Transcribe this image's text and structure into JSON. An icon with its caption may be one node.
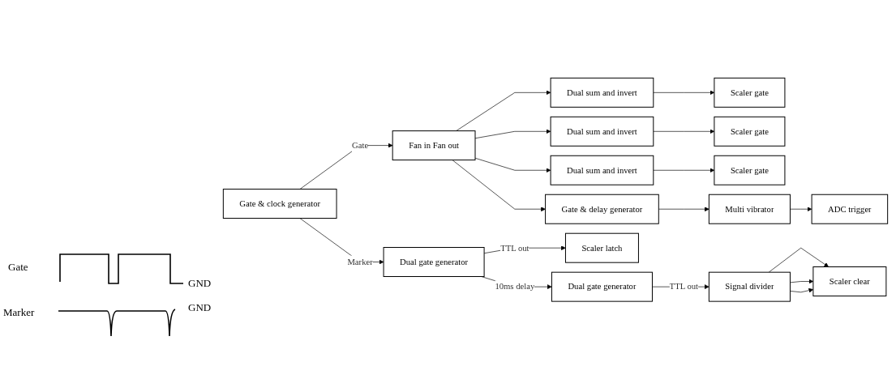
{
  "diagram": {
    "nodes": [
      {
        "text": [
          "Gate & clock generator"
        ]
      },
      {
        "text": [
          "Fan in Fan out"
        ]
      },
      {
        "text": [
          "Dual sum and invert"
        ]
      },
      {
        "text": [
          "Dual sum and invert"
        ]
      },
      {
        "text": [
          "Dual sum and invert"
        ]
      },
      {
        "text": [
          "Gate & delay generator"
        ]
      },
      {
        "text": [
          "Scaler gate"
        ]
      },
      {
        "text": [
          "Scaler gate"
        ]
      },
      {
        "text": [
          "Scaler gate"
        ]
      },
      {
        "text": [
          "Multi vibrator"
        ]
      },
      {
        "text": [
          "ADC trigger"
        ]
      },
      {
        "text": [
          "Dual gate generator"
        ]
      },
      {
        "text": [
          "Scaler latch"
        ]
      },
      {
        "text": [
          "Dual gate generator"
        ]
      },
      {
        "text": [
          "Signal divider"
        ]
      },
      {
        "text": [
          "Scaler clear"
        ]
      }
    ],
    "edges": [
      {
        "from": 0,
        "to": 1,
        "arrow": "to",
        "label": "Gate"
      },
      {
        "from": 0,
        "to": 11,
        "arrow": "to",
        "label": "Marker"
      },
      {
        "from": 1,
        "to": 2,
        "arrow": "to"
      },
      {
        "from": 1,
        "to": 3,
        "arrow": "to"
      },
      {
        "from": 1,
        "to": 4,
        "arrow": "to"
      },
      {
        "from": 1,
        "to": 5,
        "arrow": "to"
      },
      {
        "from": 2,
        "to": 6,
        "arrow": "to"
      },
      {
        "from": 3,
        "to": 7,
        "arrow": "to"
      },
      {
        "from": 4,
        "to": 8,
        "arrow": "to"
      },
      {
        "from": 5,
        "to": 9,
        "arrow": "to"
      },
      {
        "from": 9,
        "to": 10,
        "arrow": "to"
      },
      {
        "from": 11,
        "to": 12,
        "arrow": "to",
        "label": "TTL out"
      },
      {
        "from": 11,
        "to": 13,
        "arrow": "to",
        "label": "10ms delay"
      },
      {
        "from": 13,
        "to": 14,
        "arrow": "to",
        "label": "TTL out"
      },
      {
        "from": 14,
        "to": 15,
        "arrow": "to"
      },
      {
        "from": 14,
        "to": 15,
        "arrow": "to"
      },
      {
        "from": 14,
        "to": 15,
        "arrow": "to"
      }
    ],
    "labels": [
      "Gate",
      "GND",
      "Marker",
      "GND"
    ]
  }
}
